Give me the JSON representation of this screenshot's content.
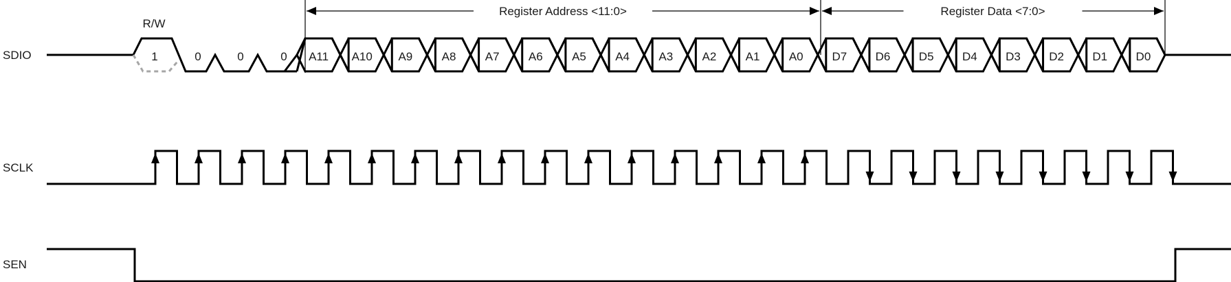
{
  "signals": {
    "sdio": "SDIO",
    "sclk": "SCLK",
    "sen": "SEN"
  },
  "rw_label": "R/W",
  "rw_value": "1",
  "zero_bits": [
    "0",
    "0",
    "0"
  ],
  "address_bits": [
    "A11",
    "A10",
    "A9",
    "A8",
    "A7",
    "A6",
    "A5",
    "A4",
    "A3",
    "A2",
    "A1",
    "A0"
  ],
  "data_bits": [
    "D7",
    "D6",
    "D5",
    "D4",
    "D3",
    "D2",
    "D1",
    "D0"
  ],
  "spans": {
    "address": "Register Address <11:0>",
    "data": "Register Data <7:0>"
  }
}
